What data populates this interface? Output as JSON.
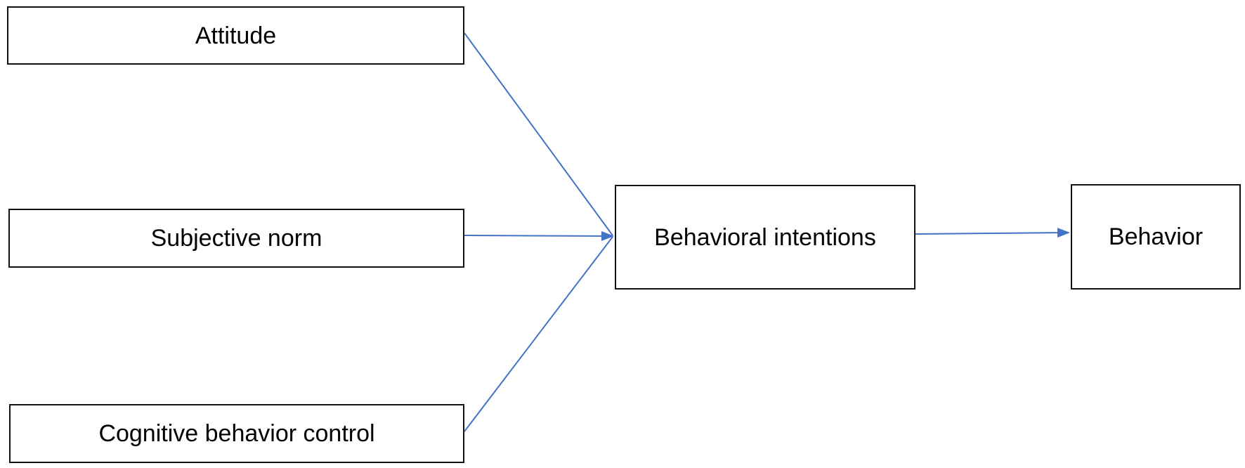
{
  "nodes": {
    "attitude": "Attitude",
    "subjective_norm": "Subjective norm",
    "cognitive_behavior_control": "Cognitive behavior control",
    "behavioral_intentions": "Behavioral intentions",
    "behavior": "Behavior"
  },
  "colors": {
    "arrow": "#4472C4",
    "box_border": "#111111",
    "text": "#000000"
  }
}
